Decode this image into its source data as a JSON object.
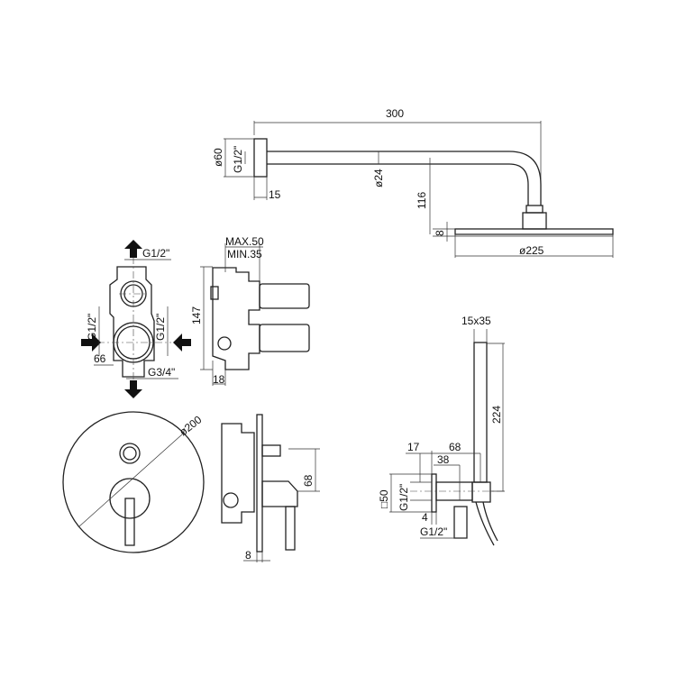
{
  "drawing": {
    "shower_arm": {
      "length": "300",
      "flange_diameter": "ø60",
      "thread": "G1/2\"",
      "flange_depth": "15",
      "arm_diameter": "ø24",
      "drop_height": "116",
      "head_thickness": "8",
      "head_diameter": "ø225"
    },
    "concealed_body": {
      "top_outlet": "G1/2\"",
      "left_thread": "G1/2\"",
      "right_thread": "G1/2\"",
      "inlet_offset": "66",
      "bottom_outlet": "G3/4\"",
      "max_depth": "MAX.50",
      "min_depth": "MIN.35",
      "height": "147",
      "back_depth": "18"
    },
    "mixer_plate": {
      "plate_diameter": "ø200",
      "handle_height": "68",
      "plate_thickness": "8"
    },
    "hand_shower": {
      "handle_section": "15x35",
      "handle_length": "224",
      "outlet_offset": "17",
      "total_projection": "68",
      "hose_offset": "38",
      "flange_size": "□50",
      "inlet_thread": "G1/2\"",
      "flange_depth": "4",
      "hose_thread": "G1/2\""
    }
  }
}
